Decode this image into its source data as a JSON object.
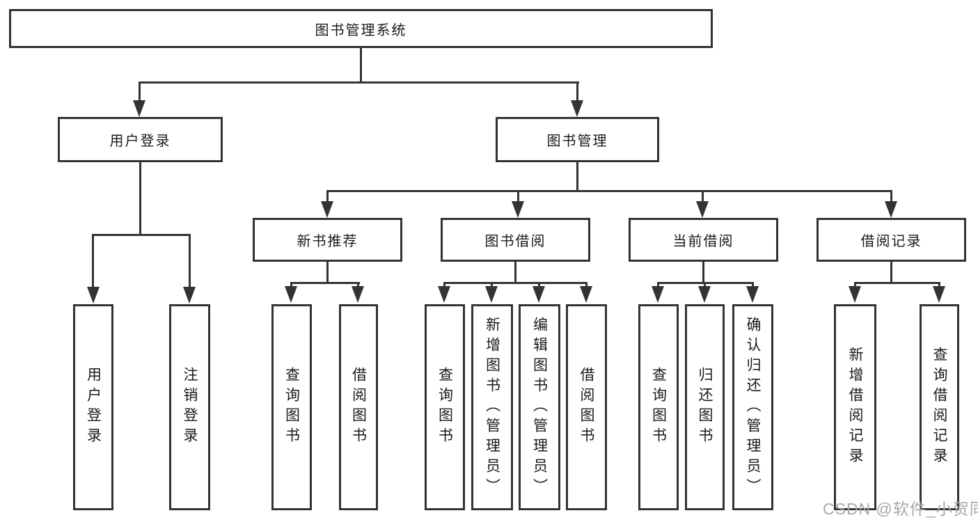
{
  "diagram_title": "图书管理系统",
  "colors": {
    "line": "#333333",
    "box_fill": "#ffffff",
    "text": "#1a1a1a",
    "watermark": "#a8a8a8",
    "background": "#ffffff"
  },
  "watermark": {
    "text": "CSDN @软件_小贺同学"
  },
  "tree": {
    "root": {
      "label": "图书管理系统"
    },
    "children": [
      {
        "label": "用户登录",
        "children": [
          {
            "label": "用户登录"
          },
          {
            "label": "注销登录"
          }
        ]
      },
      {
        "label": "图书管理",
        "children": [
          {
            "label": "新书推荐",
            "children": [
              {
                "label": "查询图书"
              },
              {
                "label": "借阅图书"
              }
            ]
          },
          {
            "label": "图书借阅",
            "children": [
              {
                "label": "查询图书"
              },
              {
                "label": "新增图书（管理员）"
              },
              {
                "label": "编辑图书（管理员）"
              },
              {
                "label": "借阅图书"
              }
            ]
          },
          {
            "label": "当前借阅",
            "children": [
              {
                "label": "查询图书"
              },
              {
                "label": "归还图书"
              },
              {
                "label": "确认归还（管理员）"
              }
            ]
          },
          {
            "label": "借阅记录",
            "children": [
              {
                "label": "新增借阅记录"
              },
              {
                "label": "查询借阅记录"
              }
            ]
          }
        ]
      }
    ]
  }
}
